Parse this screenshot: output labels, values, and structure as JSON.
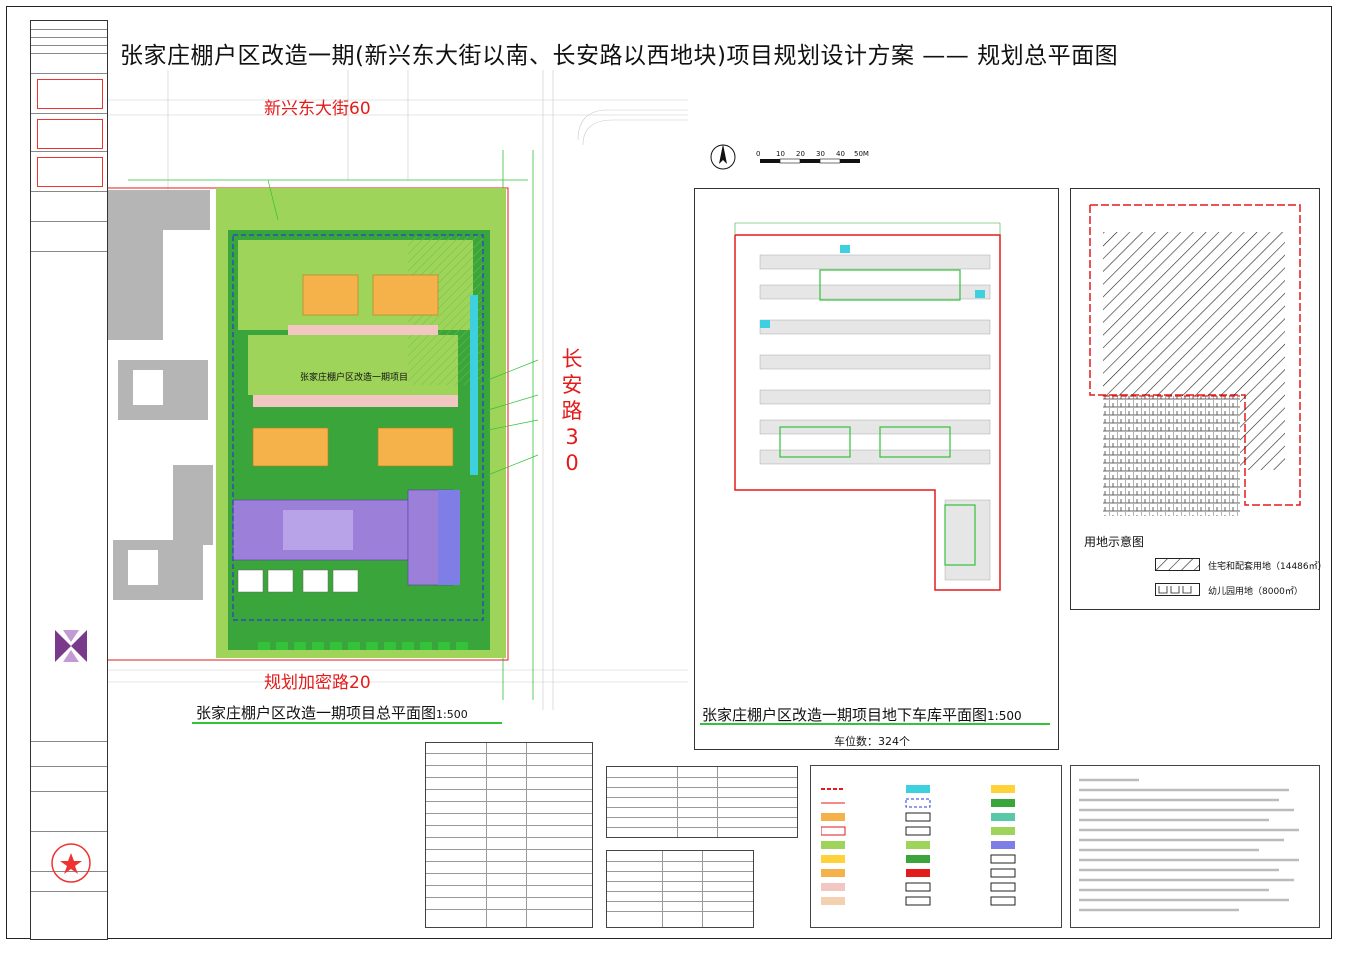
{
  "title": "张家庄棚户区改造一期(新兴东大街以南、长安路以西地块)项目规划设计方案 —— 规划总平面图",
  "roads": {
    "north": "新兴东大街60",
    "east_chars": [
      "长",
      "安",
      "路",
      "30"
    ],
    "south": "规划加密路20"
  },
  "site_plan": {
    "caption": "张家庄棚户区改造一期项目总平面图",
    "scale": "1:500",
    "project_label": "张家庄棚户区改造一期项目"
  },
  "garage": {
    "caption": "张家庄棚户区改造一期项目地下车库平面图",
    "scale": "1:500",
    "parking_count": "车位数：324个"
  },
  "scale_bar": {
    "ticks": [
      "0",
      "10",
      "20",
      "30",
      "40",
      "50M"
    ]
  },
  "land_use": {
    "title": "用地示意图",
    "legend": [
      {
        "label": "住宅和配套用地（14486㎡）"
      },
      {
        "label": "幼儿园用地（8000㎡）"
      }
    ]
  },
  "colors": {
    "green_light": "#9fd45a",
    "green_dark": "#3aa53a",
    "purple": "#9b7fd8",
    "orange": "#f6b24a",
    "red": "#e41b1b",
    "blue_dash": "#2a3bd6",
    "cyan": "#3fd0e0",
    "gray": "#b5b5b5"
  }
}
